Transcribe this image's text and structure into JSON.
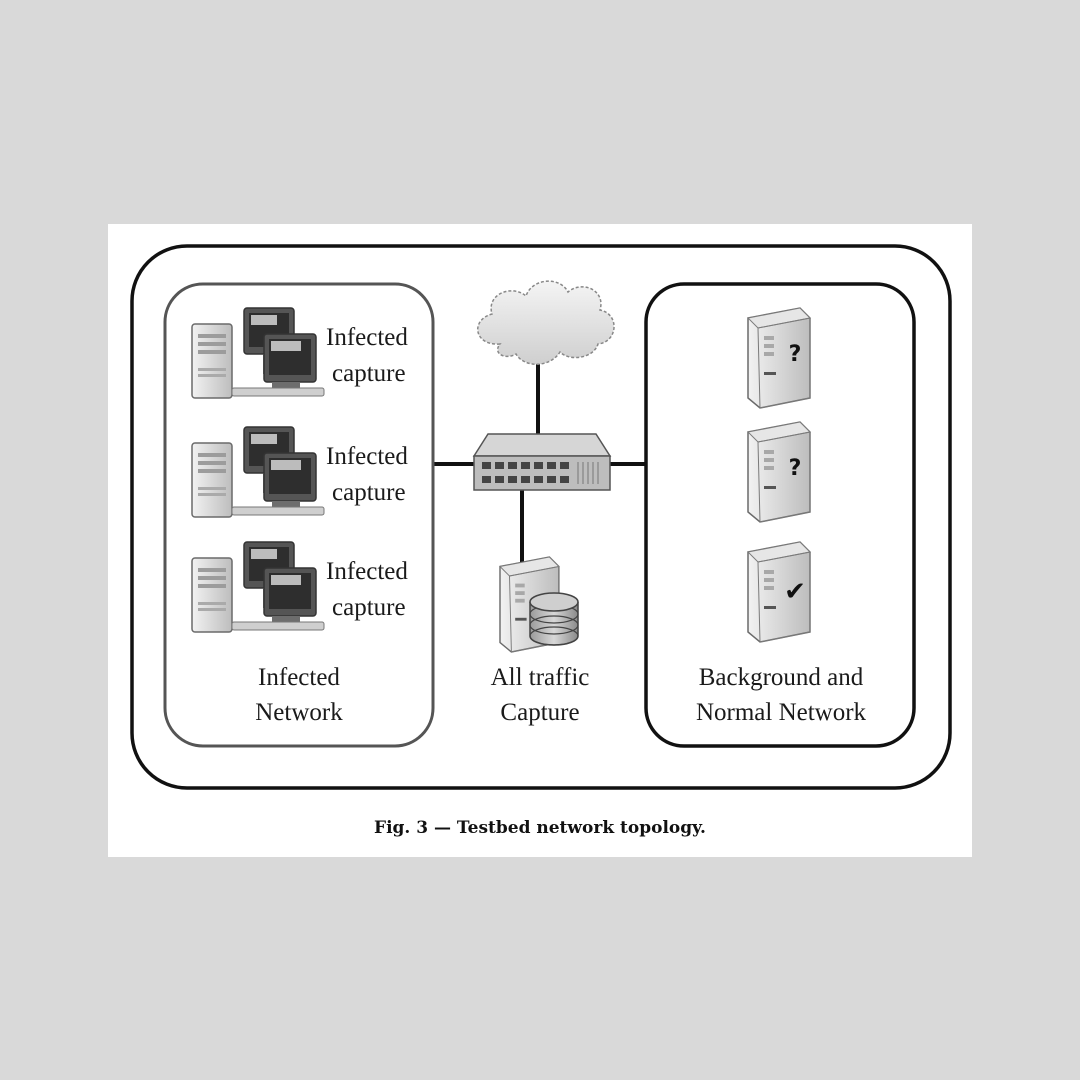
{
  "diagram": {
    "infected_network": {
      "title_lines": [
        "Infected",
        "Network"
      ],
      "hosts": [
        {
          "label_lines": [
            "Infected",
            "capture"
          ]
        },
        {
          "label_lines": [
            "Infected",
            "capture"
          ]
        },
        {
          "label_lines": [
            "Infected",
            "capture"
          ]
        }
      ]
    },
    "center": {
      "label_lines": [
        "All traffic",
        "Capture"
      ]
    },
    "normal_network": {
      "title_lines": [
        "Background and",
        "Normal Network"
      ],
      "servers": [
        {
          "mark": "?"
        },
        {
          "mark": "?"
        },
        {
          "mark": "✔"
        }
      ]
    },
    "icons": [
      "cloud-icon",
      "switch-icon",
      "workstation-icon",
      "server-icon",
      "database-icon"
    ]
  },
  "caption": "Fig. 3 — Testbed network topology."
}
